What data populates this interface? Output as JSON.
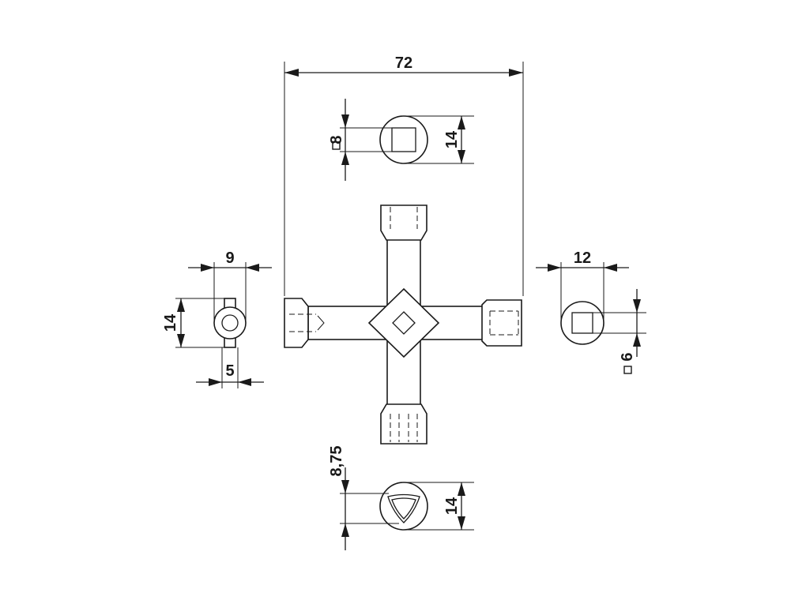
{
  "dimensions": {
    "overall_width": "72",
    "top_square": "8",
    "top_diameter": "14",
    "left_width": "9",
    "left_height": "14",
    "left_slot": "5",
    "right_width": "12",
    "right_square": "6",
    "bottom_triangle": "8,75",
    "bottom_diameter": "14"
  },
  "symbols": {
    "square": "square-symbol"
  },
  "colors": {
    "line": "#1a1a1a",
    "background": "#ffffff"
  }
}
